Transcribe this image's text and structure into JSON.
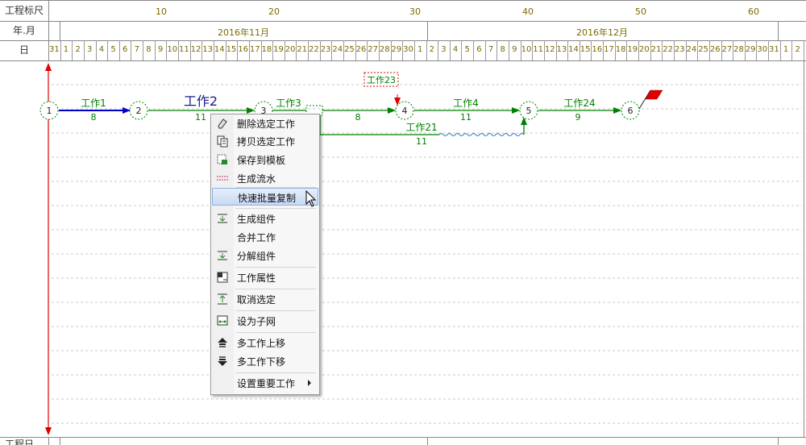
{
  "header": {
    "ruler_label": "工程标尺",
    "yearmonth_label": "年.月",
    "day_label": "日",
    "scale_numbers": [
      "10",
      "20",
      "30",
      "40",
      "50",
      "60"
    ],
    "months": [
      "2016年11月",
      "2016年12月"
    ],
    "days": [
      "31",
      "1",
      "2",
      "3",
      "4",
      "5",
      "6",
      "7",
      "8",
      "9",
      "10",
      "11",
      "12",
      "13",
      "14",
      "15",
      "16",
      "17",
      "18",
      "19",
      "20",
      "21",
      "22",
      "23",
      "24",
      "25",
      "26",
      "27",
      "28",
      "29",
      "30",
      "1",
      "2",
      "3",
      "4",
      "5",
      "6",
      "7",
      "8",
      "9",
      "10",
      "11",
      "12",
      "13",
      "14",
      "15",
      "16",
      "17",
      "18",
      "19",
      "20",
      "21",
      "22",
      "23",
      "24",
      "25",
      "26",
      "27",
      "28",
      "29",
      "30",
      "31",
      "1",
      "2"
    ]
  },
  "footer": {
    "label": "工程日"
  },
  "diagram": {
    "nodes": [
      "1",
      "2",
      "3",
      "4",
      "5",
      "6"
    ],
    "works": [
      {
        "name": "工作1",
        "duration": "8"
      },
      {
        "name": "工作2",
        "duration": "11"
      },
      {
        "name": "工作3",
        "duration": ""
      },
      {
        "name": "",
        "duration": "8"
      },
      {
        "name": "工作4",
        "duration": "11"
      },
      {
        "name": "工作24",
        "duration": "9"
      },
      {
        "name": "工作21",
        "duration": "11"
      }
    ],
    "floating_label": "工作23"
  },
  "context_menu": {
    "items": [
      {
        "label": "删除选定工作",
        "icon": "eraser-icon"
      },
      {
        "label": "拷贝选定工作",
        "icon": "copy-icon"
      },
      {
        "label": "保存到模板",
        "icon": "template-icon"
      },
      {
        "label": "生成流水",
        "icon": "flow-icon"
      },
      {
        "label": "快速批量复制",
        "icon": "",
        "highlighted": true
      },
      {
        "label": "生成组件",
        "icon": "group-icon"
      },
      {
        "label": "合并工作",
        "icon": ""
      },
      {
        "label": "分解组件",
        "icon": "ungroup-icon"
      },
      {
        "label": "工作属性",
        "icon": "properties-icon"
      },
      {
        "label": "取消选定",
        "icon": "deselect-icon"
      },
      {
        "label": "设为子网",
        "icon": "subnet-icon"
      },
      {
        "label": "多工作上移",
        "icon": "move-up-icon"
      },
      {
        "label": "多工作下移",
        "icon": "move-down-icon"
      },
      {
        "label": "设置重要工作",
        "icon": "",
        "submenu": true
      }
    ]
  },
  "colors": {
    "ruler_text": "#7a6a00",
    "critical_line": "#0000cc",
    "normal_line": "#008000",
    "timeline_red": "#e00000",
    "menu_highlight": "#c7d9f3"
  }
}
